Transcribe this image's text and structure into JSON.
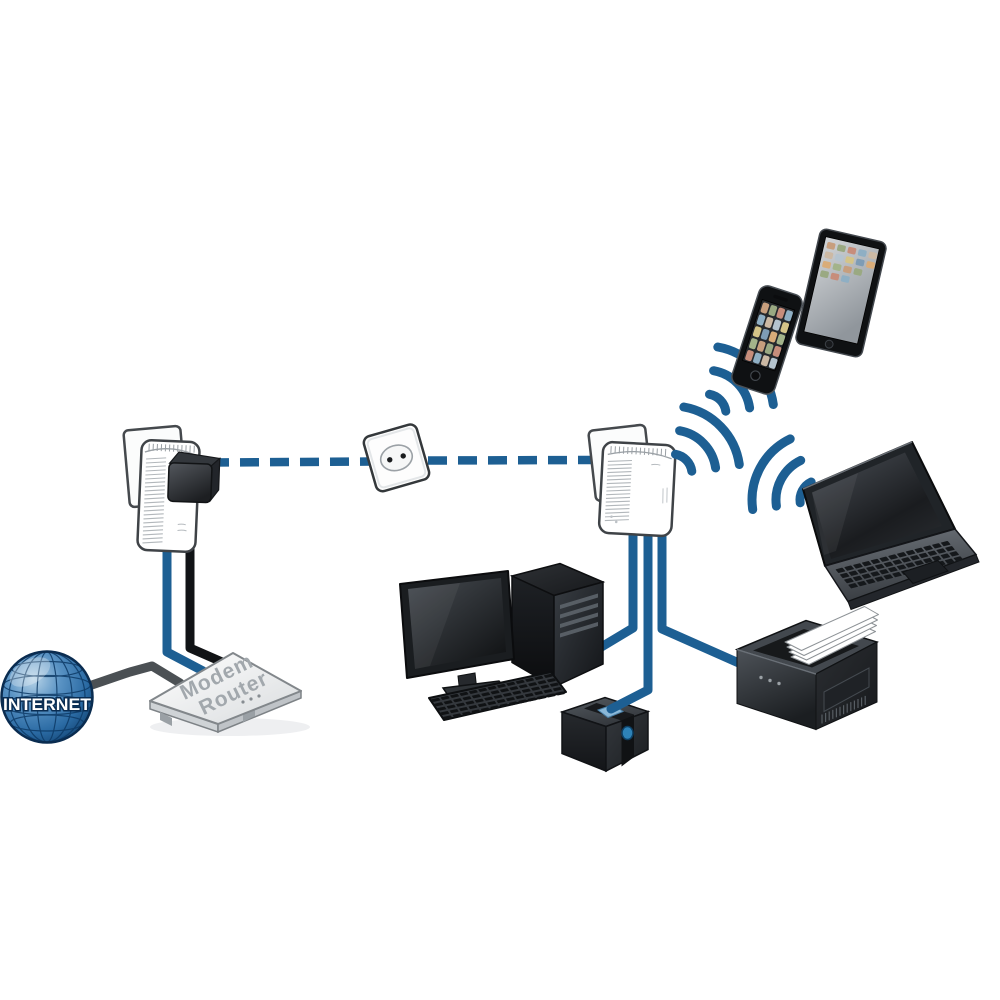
{
  "labels": {
    "internet": "INTERNET",
    "modem": "Modem",
    "router": "Router"
  },
  "colors": {
    "background": "#ffffff",
    "link_blue": "#1d5f93",
    "cable_black": "#111316",
    "cable_gray": "#4b5054",
    "globe_blue": "#2a6aa3",
    "globe_outline": "#0a2c50",
    "device_dark": "#1b1e21",
    "device_white": "#ffffff",
    "nas_button": "#2e83b8",
    "key_dark": "#101214",
    "laptop_key": "#15181b",
    "vent_gray": "#b2b7bb",
    "tick_gray": "#9aa0a5",
    "router_text_gray": "#a2a8ad",
    "app_icon_palette": [
      "#c79e7d",
      "#8fafc4",
      "#d4c488",
      "#a3b38a",
      "#c78d7b",
      "#b5c4cf",
      "#d9ac79",
      "#9aa982",
      "#ccb9a4",
      "#7e9cb5"
    ]
  },
  "devices": [
    "internet-globe",
    "modem-router",
    "powerline-adapter-left",
    "wall-socket",
    "powerline-wifi-adapter",
    "smartphone",
    "tablet",
    "laptop",
    "desktop-monitor",
    "desktop-tower",
    "desktop-keyboard",
    "nas-drive",
    "printer"
  ],
  "connections": [
    {
      "from": "internet-globe",
      "to": "modem-router",
      "type": "cable",
      "color": "gray"
    },
    {
      "from": "modem-router",
      "to": "powerline-adapter-left",
      "type": "ethernet-cable",
      "color": "blue"
    },
    {
      "from": "powerline-adapter-left",
      "to": "modem-router",
      "type": "power-cable",
      "color": "black"
    },
    {
      "from": "powerline-adapter-left",
      "to": "wall-socket",
      "type": "powerline-dashed",
      "color": "blue"
    },
    {
      "from": "wall-socket",
      "to": "powerline-wifi-adapter",
      "type": "powerline-dashed",
      "color": "blue"
    },
    {
      "from": "powerline-wifi-adapter",
      "to": "desktop-tower",
      "type": "ethernet-cable",
      "color": "blue"
    },
    {
      "from": "powerline-wifi-adapter",
      "to": "nas-drive",
      "type": "ethernet-cable",
      "color": "blue"
    },
    {
      "from": "powerline-wifi-adapter",
      "to": "printer",
      "type": "ethernet-cable",
      "color": "blue"
    },
    {
      "from": "powerline-wifi-adapter",
      "to": "smartphone",
      "type": "wifi"
    },
    {
      "from": "powerline-wifi-adapter",
      "to": "tablet",
      "type": "wifi"
    },
    {
      "from": "powerline-wifi-adapter",
      "to": "laptop",
      "type": "wifi"
    }
  ]
}
